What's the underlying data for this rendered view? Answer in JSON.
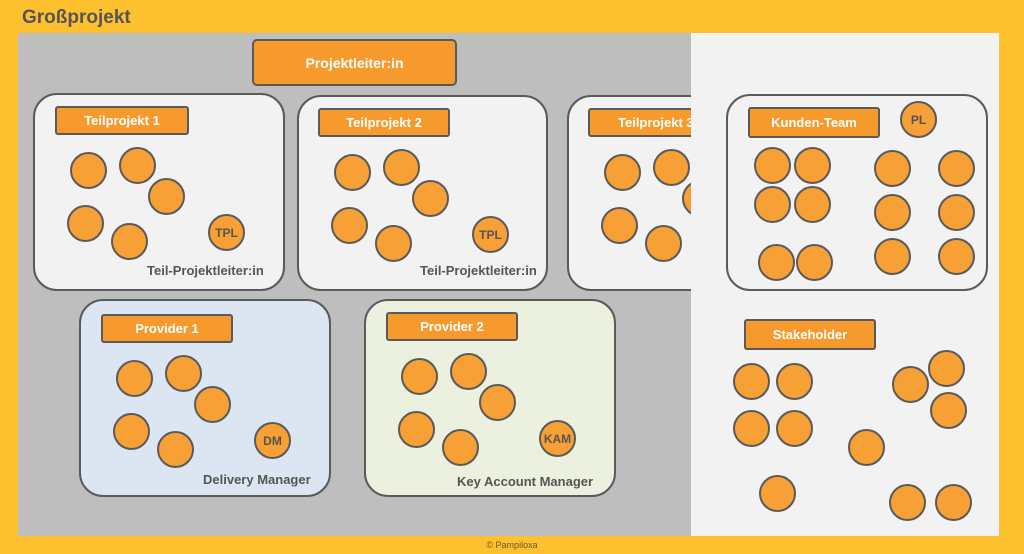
{
  "title": "Großprojekt",
  "project_lead": "Projektleiter:in",
  "subprojects": [
    {
      "label": "Teilprojekt 1",
      "role": "Teil-Projektleiter:in",
      "tag": "TPL"
    },
    {
      "label": "Teilprojekt 2",
      "role": "Teil-Projektleiter:in",
      "tag": "TPL"
    },
    {
      "label": "Teilprojekt 3"
    }
  ],
  "providers": [
    {
      "label": "Provider 1",
      "role": "Delivery Manager",
      "tag": "DM"
    },
    {
      "label": "Provider 2",
      "role": "Key Account Manager",
      "tag": "KAM"
    }
  ],
  "customer_team": {
    "label": "Kunden-Team",
    "tag": "PL"
  },
  "stakeholder": {
    "label": "Stakeholder"
  },
  "copyright": "© Pampiloxa",
  "colors": {
    "background": "#fdc12f",
    "left_area": "#bebebe",
    "right_area": "#f2f2f2",
    "orange": "#f79a2d",
    "provider1_fill": "#dce6f2",
    "provider2_fill": "#ebf1de",
    "outline": "#5a5a5a"
  }
}
